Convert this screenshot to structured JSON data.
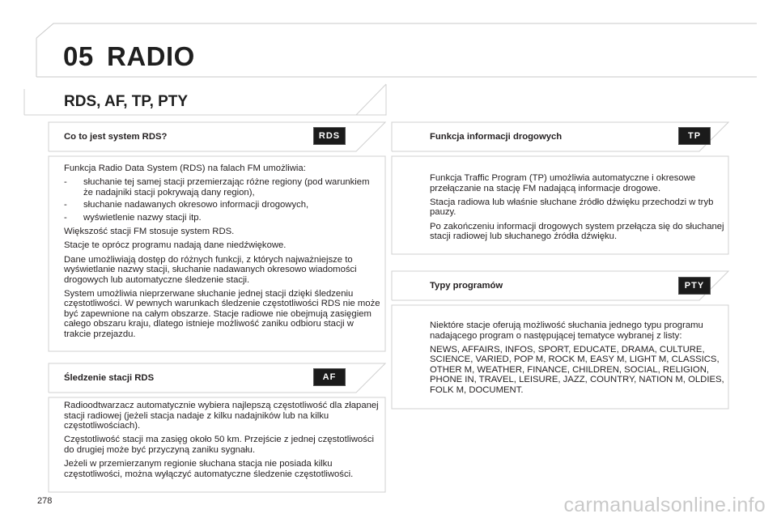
{
  "header": {
    "chapter_number": "05",
    "chapter_title": "RADIO"
  },
  "section_title": "RDS, AF, TP, PTY",
  "rds": {
    "title": "Co to jest system RDS?",
    "badge": "RDS",
    "intro": "Funkcja Radio Data System (RDS) na falach FM umożliwia:",
    "items": [
      "słuchanie tej samej stacji przemierzając różne regiony (pod warunkiem że nadajniki stacji pokrywają dany region),",
      "słuchanie nadawanych okresowo informacji drogowych,",
      "wyświetlenie nazwy stacji itp."
    ],
    "paragraphs": [
      "Większość stacji FM stosuje system RDS.",
      "Stacje te oprócz programu nadają dane niedźwiękowe.",
      "Dane umożliwiają dostęp do różnych funkcji, z których najważniejsze to wyświetlanie nazwy stacji, słuchanie nadawanych okresowo wiadomości drogowych lub automatyczne śledzenie stacji.",
      "System umożliwia nieprzerwane słuchanie jednej stacji dzięki śledzeniu częstotliwości. W pewnych warunkach śledzenie częstotliwości RDS nie może być zapewnione na całym obszarze. Stacje radiowe nie obejmują zasięgiem całego obszaru kraju, dlatego istnieje możliwość zaniku odbioru stacji w trakcie przejazdu."
    ]
  },
  "af": {
    "title": "Śledzenie stacji RDS",
    "badge": "AF",
    "paragraphs": [
      "Radioodtwarzacz automatycznie wybiera najlepszą częstotliwość dla złapanej stacji radiowej (jeżeli stacja nadaje z kilku nadajników lub na kilku częstotliwościach).",
      "Częstotliwość stacji ma zasięg około 50 km. Przejście z jednej częstotliwości do drugiej może być przyczyną zaniku sygnału.",
      "Jeżeli w przemierzanym regionie słuchana stacja nie posiada kilku częstotliwości, można wyłączyć automatyczne śledzenie częstotliwości."
    ]
  },
  "tp": {
    "title": "Funkcja informacji drogowych",
    "badge": "TP",
    "paragraphs": [
      "Funkcja Traffic Program (TP) umożliwia automatyczne i okresowe przełączanie na stację FM nadającą informacje drogowe.",
      "Stacja radiowa lub właśnie słuchane źródło dźwięku przechodzi w tryb pauzy.",
      "Po zakończeniu informacji drogowych system przełącza się do słuchanej stacji radiowej lub słuchanego źródła dźwięku."
    ]
  },
  "pty": {
    "title": "Typy programów",
    "badge": "PTY",
    "paragraphs": [
      "Niektóre stacje oferują możliwość słuchania jednego typu programu nadającego program o następującej tematyce wybranej z listy:",
      "NEWS, AFFAIRS, INFOS, SPORT, EDUCATE, DRAMA, CULTURE, SCIENCE, VARIED, POP M, ROCK M, EASY M, LIGHT M, CLASSICS, OTHER M, WEATHER, FINANCE, CHILDREN, SOCIAL, RELIGION, PHONE IN, TRAVEL, LEISURE, JAZZ, COUNTRY, NATION M, OLDIES, FOLK M, DOCUMENT."
    ]
  },
  "footer": {
    "page_number": "278",
    "watermark": "carmanualsonline.info"
  },
  "colors": {
    "frame": "#c8c8c8",
    "badge_bg": "#1b1b1b",
    "text": "#231f20"
  }
}
